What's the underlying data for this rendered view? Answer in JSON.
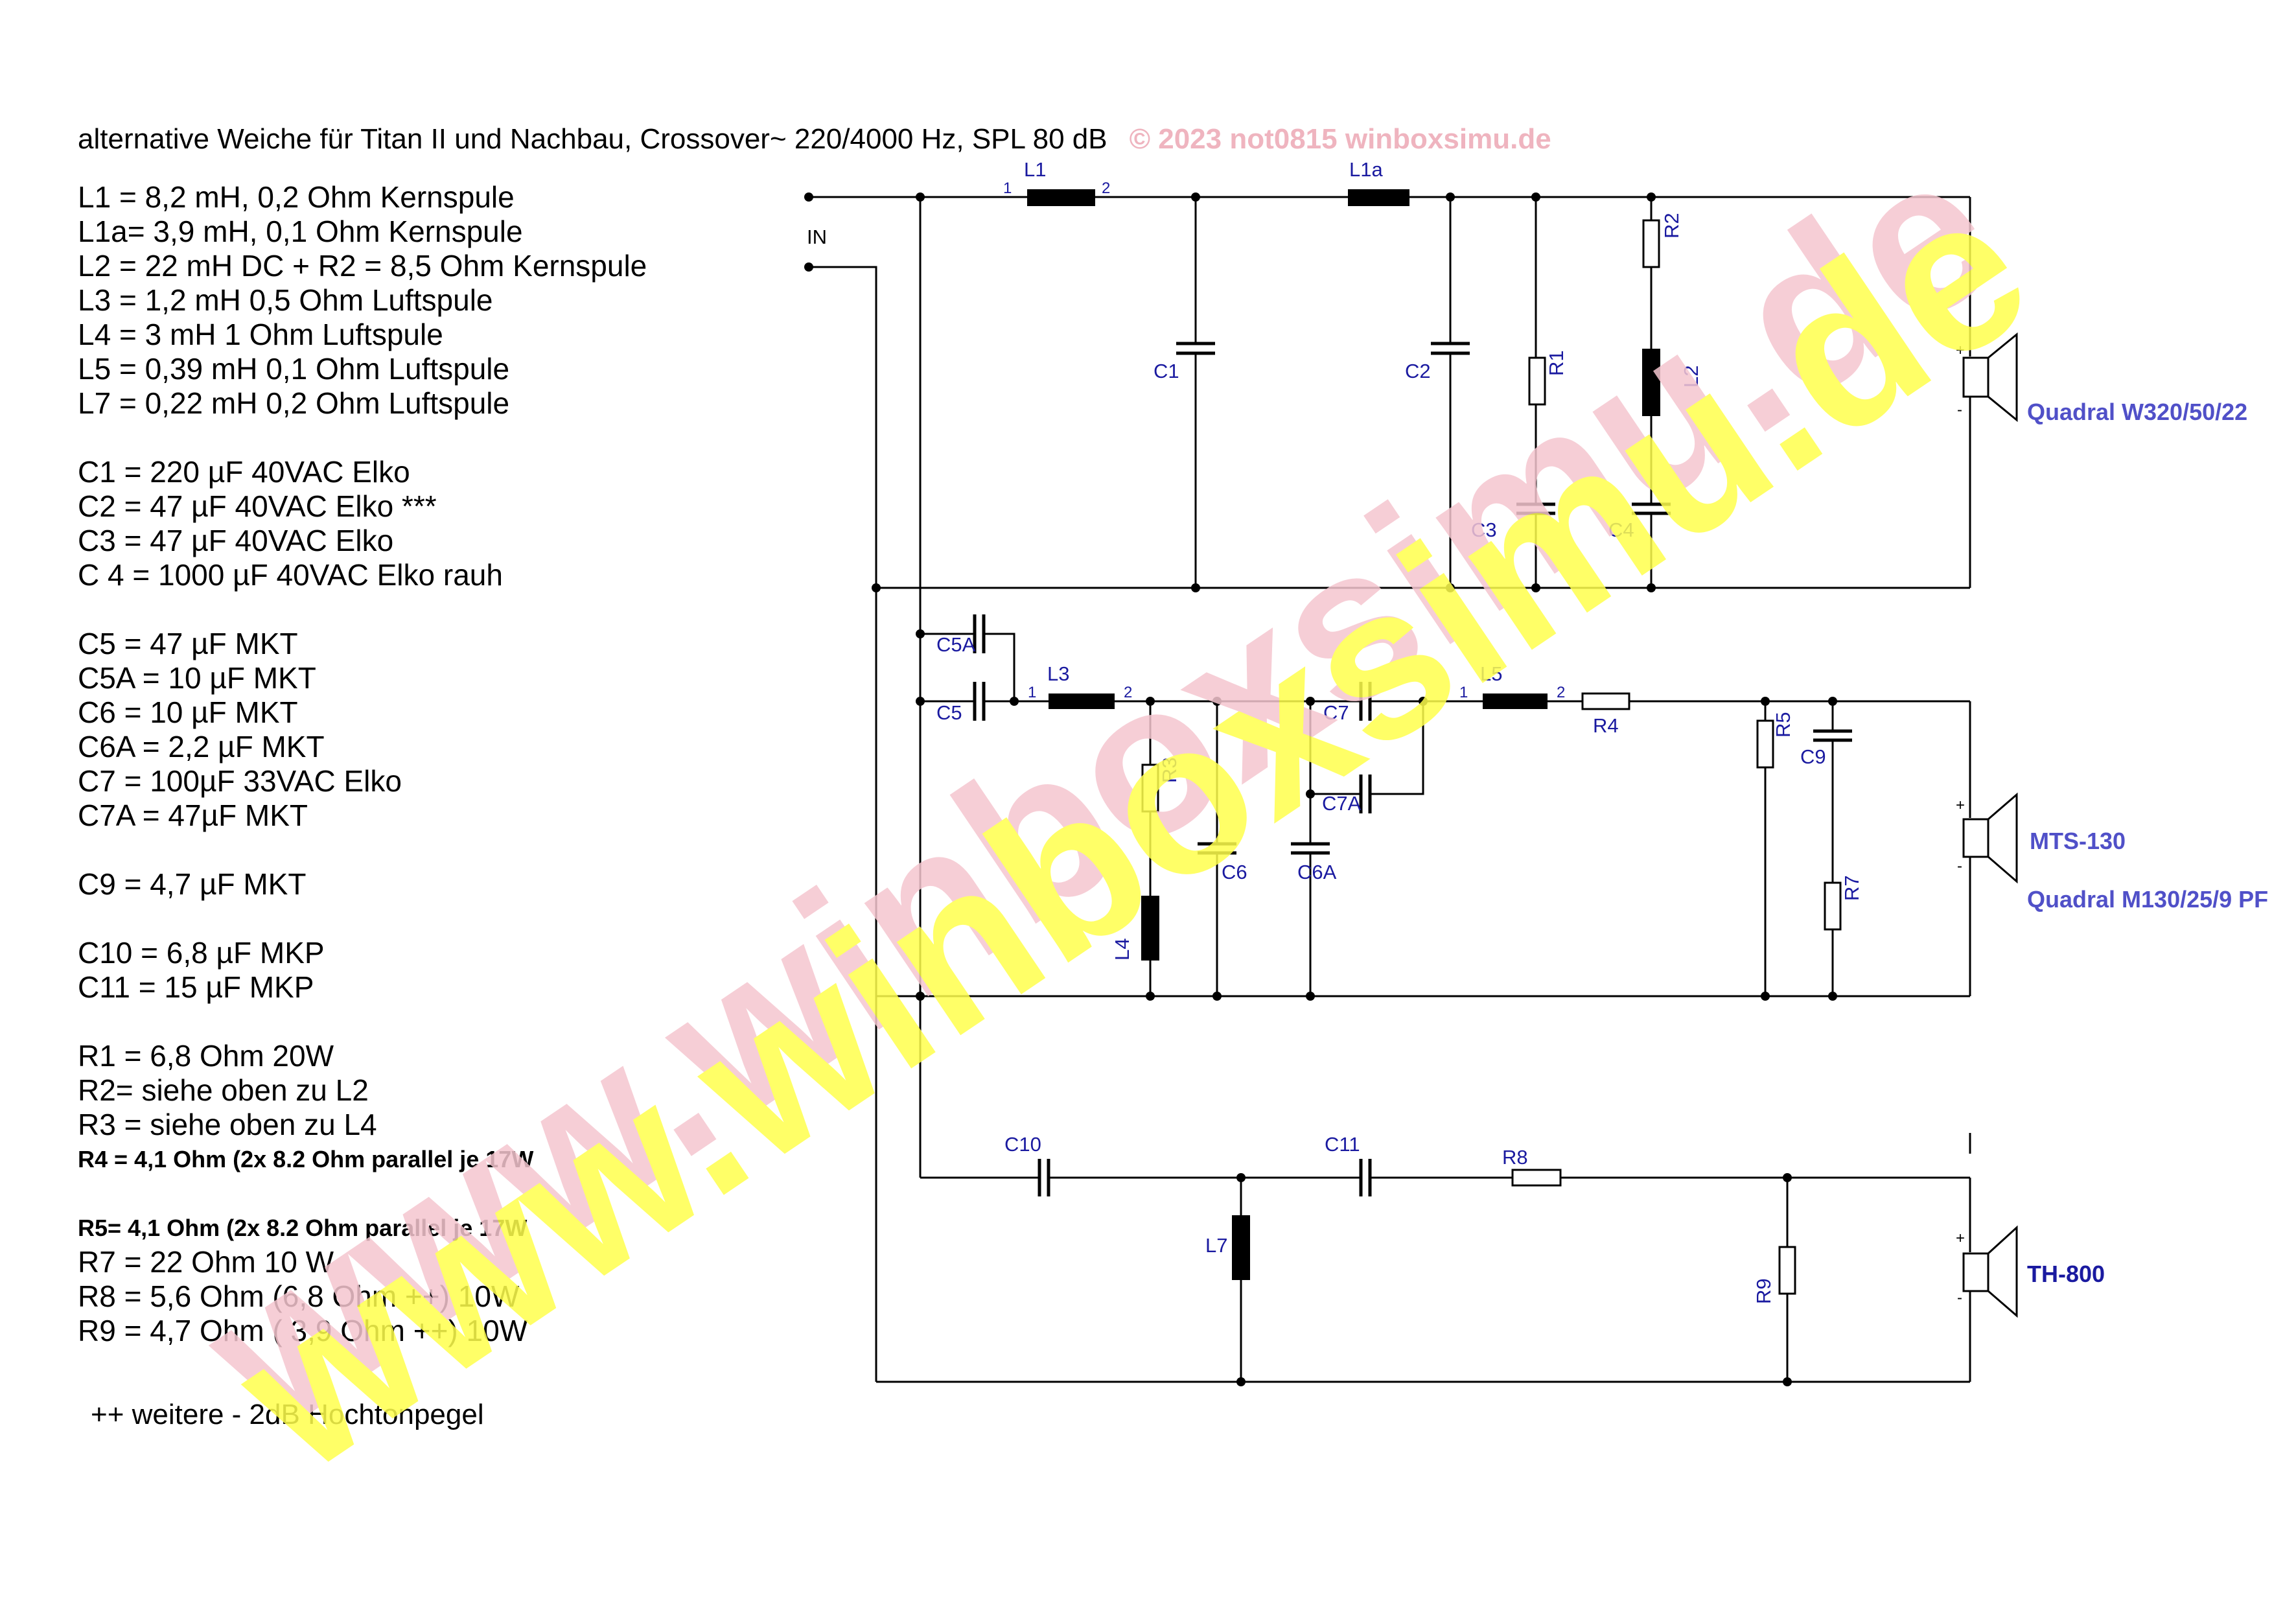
{
  "header": {
    "title": "alternative Weiche für Titan II   und Nachbau, Crossover~ 220/4000 Hz, SPL 80 dB",
    "copyright": "© 2023 not0815  winboxsimu.de"
  },
  "specs": [
    "L1 = 8,2 mH, 0,2 Ohm Kernspule",
    "L1a= 3,9  mH, 0,1 Ohm Kernspule",
    "L2 = 22 mH DC + R2 = 8,5  Ohm Kernspule",
    "L3 = 1,2 mH 0,5 Ohm Luftspule",
    "L4 = 3 mH 1 Ohm Luftspule",
    "L5 = 0,39 mH 0,1 Ohm Luftspule",
    "L7 = 0,22 mH 0,2 Ohm Luftspule",
    "C1 = 220 µF 40VAC Elko",
    "C2 = 47 µF 40VAC Elko ***",
    "C3 = 47 µF 40VAC Elko",
    "C 4 = 1000 µF 40VAC Elko rauh",
    "C5 = 47 µF MKT",
    "C5A = 10 µF MKT",
    "C6 = 10 µF MKT",
    "C6A = 2,2 µF MKT",
    "C7 = 100µF 33VAC Elko",
    "C7A = 47µF MKT",
    "C9 = 4,7 µF MKT",
    "C10 = 6,8 µF MKP",
    "C11 = 15 µF MKP",
    "R1 = 6,8 Ohm 20W",
    "R2= siehe oben zu L2",
    "R3 = siehe oben zu L4",
    "R4 = 4,1 Ohm (2x 8.2 Ohm parallel je 17W",
    "R5= 4,1 Ohm (2x 8.2 Ohm parallel je 17W",
    "R7 = 22 Ohm 10 W",
    "R8 = 5,6 Ohm (6,8 Ohm ++) 10W",
    "R9 = 4,7 Ohm ( 3,9 Ohm ++) 10W"
  ],
  "footnote": "++  weitere - 2dB Hochtonpegel",
  "schematic": {
    "input_label": "IN",
    "components": {
      "L1": "L1",
      "L1a": "L1a",
      "L2": "L2",
      "L3": "L3",
      "L4": "L4",
      "L5": "L5",
      "L7": "L7",
      "C1": "C1",
      "C2": "C2",
      "C3": "C3",
      "C4": "C4",
      "C5": "C5",
      "C5A": "C5A",
      "C6": "C6",
      "C6A": "C6A",
      "C7": "C7",
      "C7A": "C7A",
      "C9": "C9",
      "C10": "C10",
      "C11": "C11",
      "R1": "R1",
      "R2": "R2",
      "R3": "R3",
      "R4": "R4",
      "R5": "R5",
      "R7": "R7",
      "R8": "R8",
      "R9": "R9"
    },
    "pins": {
      "one": "1",
      "two": "2",
      "plus": "+",
      "minus": "-"
    },
    "speakers": {
      "woofer": "Quadral W320/50/22",
      "mid_1": "MTS-130",
      "mid_2": "Quadral M130/25/9 PF",
      "tweeter": "TH-800"
    }
  },
  "watermark": {
    "text": "www.winboxsimu.de",
    "color_yellow": "#ffff4d",
    "color_pink": "#f5c6cf"
  }
}
